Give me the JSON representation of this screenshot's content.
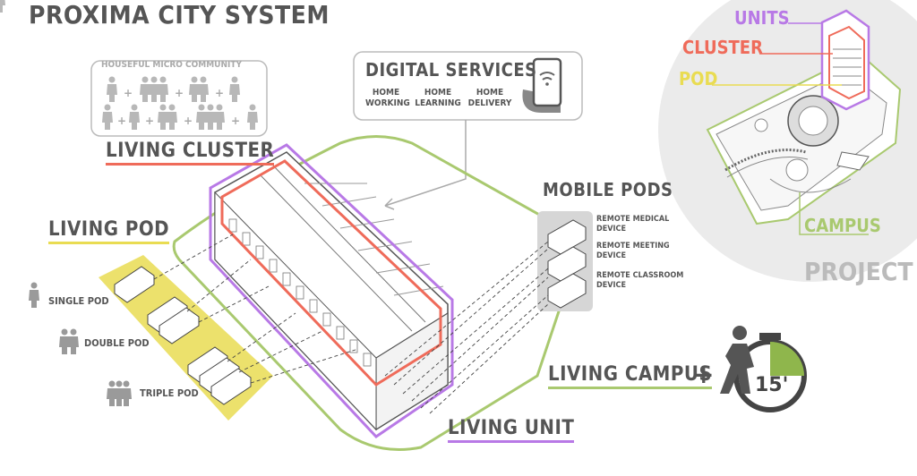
{
  "title": "PROXIMA CITY SYSTEM",
  "houseful": "HOUSEFUL MICRO COMMUNITY",
  "living_cluster": "LIVING CLUSTER",
  "living_pod": "LIVING POD",
  "pods": [
    "SINGLE POD",
    "DOUBLE POD",
    "TRIPLE POD"
  ],
  "digital_services": {
    "title": "DIGITAL SERVICES",
    "items": [
      [
        "HOME",
        "WORKING"
      ],
      [
        "HOME",
        "LEARNING"
      ],
      [
        "HOME",
        "DELIVERY"
      ]
    ]
  },
  "mobile_pods": {
    "title": "MOBILE PODS",
    "items": [
      [
        "REMOTE MEDICAL",
        "DEVICE"
      ],
      [
        "REMOTE MEETING",
        "DEVICE"
      ],
      [
        "REMOTE CLASSROOM",
        "DEVICE"
      ]
    ]
  },
  "living_campus": "LIVING CAMPUS",
  "plus": "+",
  "timer": "15'",
  "living_unit": "LIVING UNIT",
  "project_labels": {
    "units": "UNITS",
    "cluster": "CLUSTER",
    "pod": "POD",
    "campus": "CAMPUS",
    "project": "PROJECT"
  },
  "colors": {
    "units": "#b879e6",
    "cluster": "#ef6b5a",
    "pod": "#e9dc52",
    "campus": "#a9c96f",
    "text": "#555555"
  }
}
